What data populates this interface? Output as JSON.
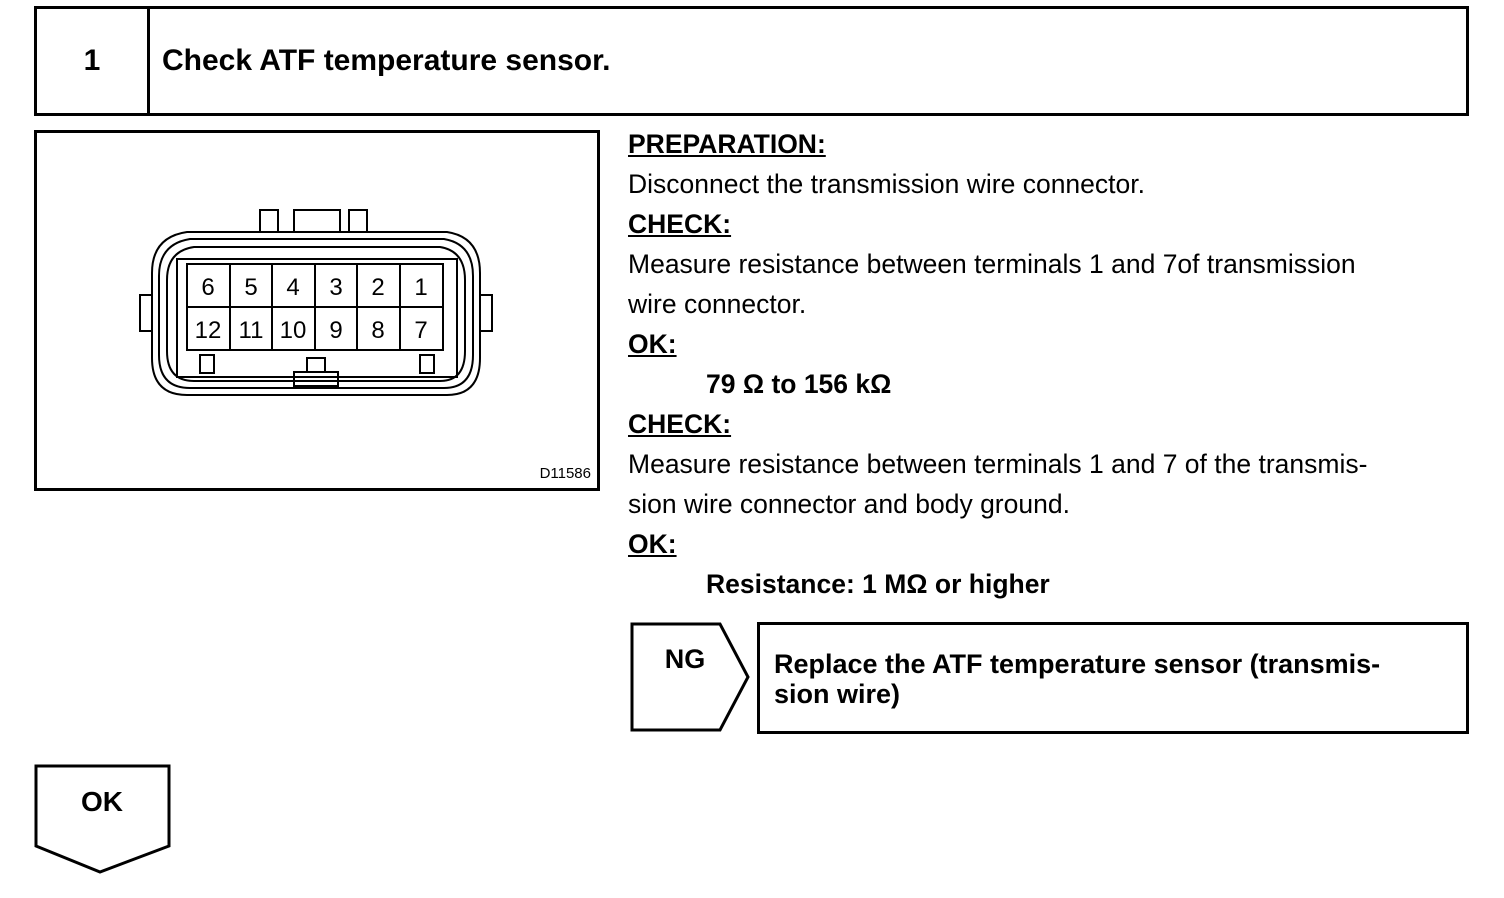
{
  "step": {
    "number": "1",
    "title": "Check ATF temperature sensor."
  },
  "figure": {
    "code": "D11586",
    "pins_top": [
      "6",
      "5",
      "4",
      "3",
      "2",
      "1"
    ],
    "pins_bottom": [
      "12",
      "11",
      "10",
      "9",
      "8",
      "7"
    ]
  },
  "instructions": {
    "preparation_heading": "PREPARATION:",
    "preparation_text": "Disconnect the transmission wire connector.",
    "check1_heading": "CHECK:",
    "check1_text_line1": "Measure resistance between terminals 1 and 7of transmission",
    "check1_text_line2": "wire connector.",
    "ok1_heading": "OK:",
    "ok1_value": "79 Ω to 156 kΩ",
    "check2_heading": "CHECK:",
    "check2_text_line1": "Measure resistance between terminals 1 and 7 of the transmis-",
    "check2_text_line2": "sion wire connector and body ground.",
    "ok2_heading": "OK:",
    "ok2_value": "Resistance: 1 MΩ or higher"
  },
  "ng": {
    "label": "NG",
    "result_line1": "Replace the ATF temperature sensor (transmis-",
    "result_line2": "sion wire)"
  },
  "ok": {
    "label": "OK"
  }
}
